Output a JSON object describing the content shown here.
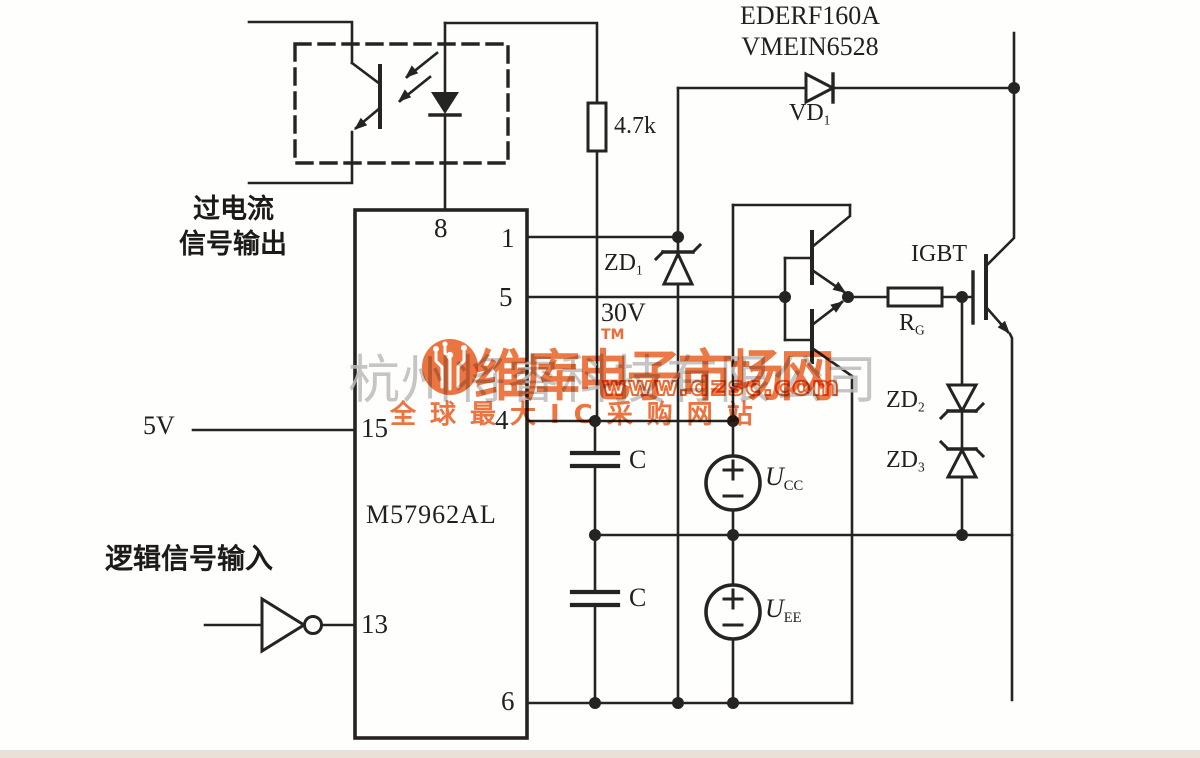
{
  "labels": {
    "overcurrent_output_line1": "过电流",
    "overcurrent_output_line2": "信号输出",
    "logic_signal_input": "逻辑信号输入",
    "supply_5v": "5V",
    "ic_part_number": "M57962AL",
    "fast_diode_part1": "EDERF160A",
    "fast_diode_part2": "VMEIN6528",
    "vd1_text": "VD",
    "vd1_sub": "1",
    "pullup_resistor_value": "4.7k",
    "zd1_text": "ZD",
    "zd1_sub": "1",
    "zd1_voltage": "30V",
    "zd2_text": "ZD",
    "zd2_sub": "2",
    "zd3_text": "ZD",
    "zd3_sub": "3",
    "gate_resistor_text": "R",
    "gate_resistor_sub": "G",
    "igbt_label": "IGBT",
    "cap1_label": "C",
    "cap2_label": "C",
    "ucc_text": "U",
    "ucc_sub": "CC",
    "uee_text": "U",
    "uee_sub": "EE"
  },
  "ic_pins": {
    "pin8": "8",
    "pin1": "1",
    "pin5": "5",
    "pin4": "4",
    "pin15": "15",
    "pin13": "13",
    "pin6": "6"
  },
  "watermark": {
    "gray_company": "杭州将睿科技有限公司",
    "brand_name": "维库电子市场网",
    "brand_tm": "TM",
    "brand_url": "www.dzsc.com",
    "brand_slogan": "全球最大IC采购网站",
    "orange_color": "#ec6c35",
    "gray_color": "#bdbcba"
  },
  "colors": {
    "line": "#262422",
    "paper": "#fefefd"
  }
}
